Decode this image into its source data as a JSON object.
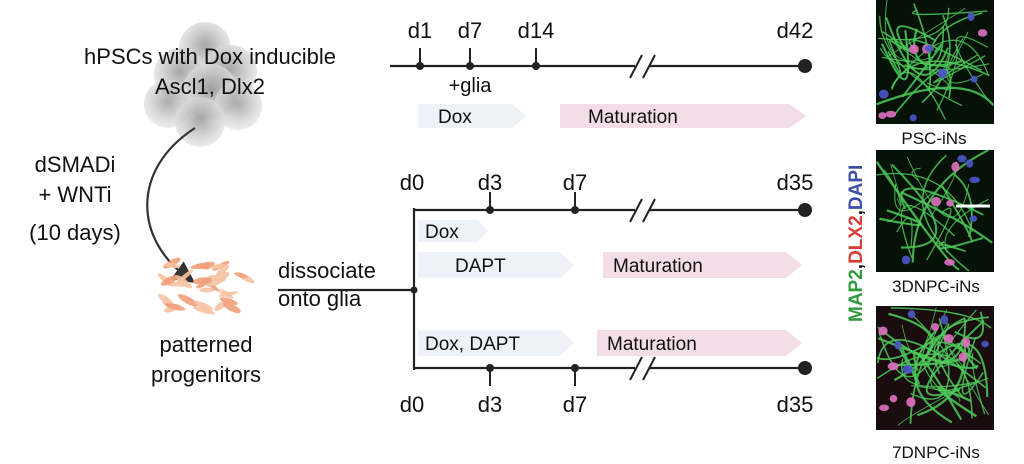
{
  "left": {
    "cells_label_line1": "hPSCs with Dox inducible",
    "cells_label_line2": "Ascl1, Dlx2",
    "treatment_line1": "dSMADi",
    "treatment_line2": "+ WNTi",
    "treatment_line3": "(10 days)",
    "progenitors_line1": "patterned",
    "progenitors_line2": "progenitors",
    "dissociate_line1": "dissociate",
    "dissociate_line2": "onto glia"
  },
  "timeline_top": {
    "ticks": [
      "d1",
      "d7",
      "d14",
      "d42"
    ],
    "glia_note": "+glia",
    "bars": [
      {
        "label": "Dox",
        "kind": "dox"
      },
      {
        "label": "Maturation",
        "kind": "mat"
      }
    ]
  },
  "timeline_middle": {
    "ticks": [
      "d0",
      "d3",
      "d7",
      "d35"
    ],
    "bars": [
      {
        "label": "Dox",
        "kind": "dox"
      },
      {
        "label": "DAPT",
        "kind": "dox"
      },
      {
        "label": "Maturation",
        "kind": "mat"
      }
    ]
  },
  "timeline_bottom": {
    "ticks": [
      "d0",
      "d3",
      "d7",
      "d35"
    ],
    "bars": [
      {
        "label": "Dox, DAPT",
        "kind": "dox"
      },
      {
        "label": "Maturation",
        "kind": "mat"
      }
    ]
  },
  "micrographs": {
    "labels": [
      "PSC-iNs",
      "3DNPC-iNs",
      "7DNPC-iNs"
    ],
    "stain_map2": "MAP2",
    "stain_comma1": ",",
    "stain_dlx2": "DLX2",
    "stain_comma2": ",",
    "stain_dapi": "DAPI"
  },
  "colors": {
    "dox_bar": "#eef1f8",
    "mat_bar": "#f3dde6",
    "map2": "#2f9a3c",
    "dlx2": "#d93b35",
    "dapi": "#3d4fa8",
    "line": "#222222"
  }
}
